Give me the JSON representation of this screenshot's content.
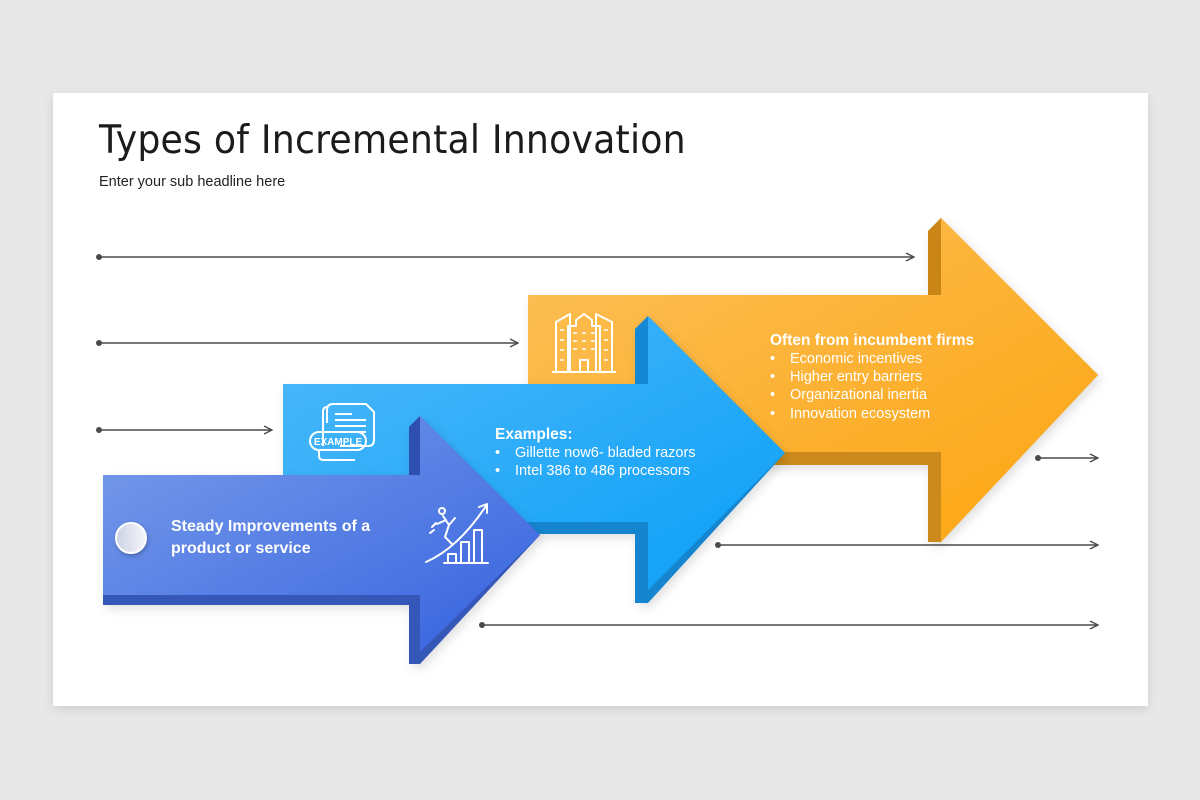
{
  "slide": {
    "title": "Types of Incremental Innovation",
    "subtitle": "Enter your sub headline here"
  },
  "arrows": [
    {
      "id": "purple",
      "color_start": "#7298e8",
      "color_end": "#3d6ae0",
      "shadow": "#3458b8",
      "icon": "climbing-growth-chart-icon",
      "text": "Steady Improvements of a product or service"
    },
    {
      "id": "blue",
      "color_start": "#47b6f9",
      "color_end": "#0ea1f7",
      "shadow": "#1585cf",
      "icon": "example-document-icon",
      "heading": "Examples:",
      "bullets": [
        "Gillette now6- bladed razors",
        "Intel 386 to 486 processors"
      ]
    },
    {
      "id": "orange",
      "color_start": "#fbbf52",
      "color_end": "#fca716",
      "shadow": "#cc8a1c",
      "icon": "office-buildings-icon",
      "heading": "Often from incumbent firms",
      "bullets": [
        "Economic incentives",
        "Higher entry barriers",
        "Organizational inertia",
        "Innovation ecosystem"
      ]
    }
  ],
  "connector_color": "#4a4a4a"
}
